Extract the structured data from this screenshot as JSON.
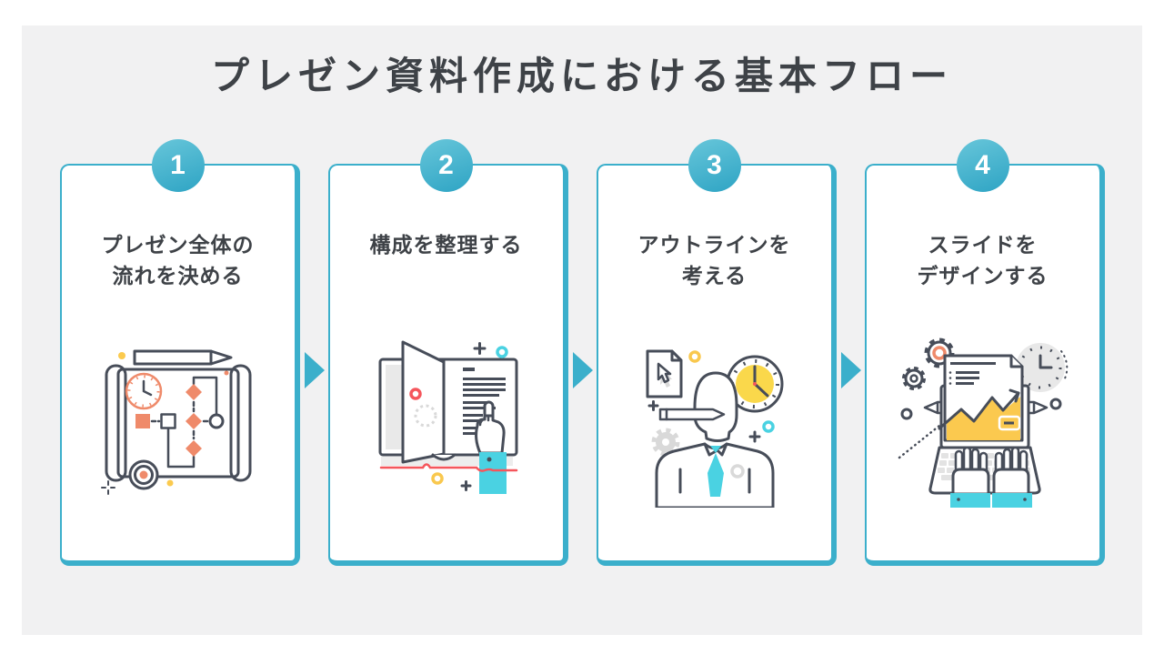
{
  "title": "プレゼン資料作成における基本フロー",
  "colors": {
    "panel_bg": "#f1f1f2",
    "text": "#3e4247",
    "accent": "#3bafcb",
    "badge_light": "#67c6da",
    "badge_dark": "#2ea4c4",
    "illustration_outline": "#474d59",
    "illustration_salmon": "#ef8a6a",
    "illustration_yellow": "#fbca4e",
    "illustration_cyan": "#4ad2e2",
    "illustration_red": "#f5565c",
    "illustration_gray": "#e9e9e9"
  },
  "steps": [
    {
      "number": "1",
      "label": "プレゼン全体の\n流れを決める",
      "illustration": "scroll-flowchart"
    },
    {
      "number": "2",
      "label": "構成を整理する",
      "illustration": "open-book-hand"
    },
    {
      "number": "3",
      "label": "アウトラインを\n考える",
      "illustration": "person-thinking-clock"
    },
    {
      "number": "4",
      "label": "スライドを\nデザインする",
      "illustration": "laptop-chart-design"
    }
  ],
  "arrow_icon": "right-triangle"
}
